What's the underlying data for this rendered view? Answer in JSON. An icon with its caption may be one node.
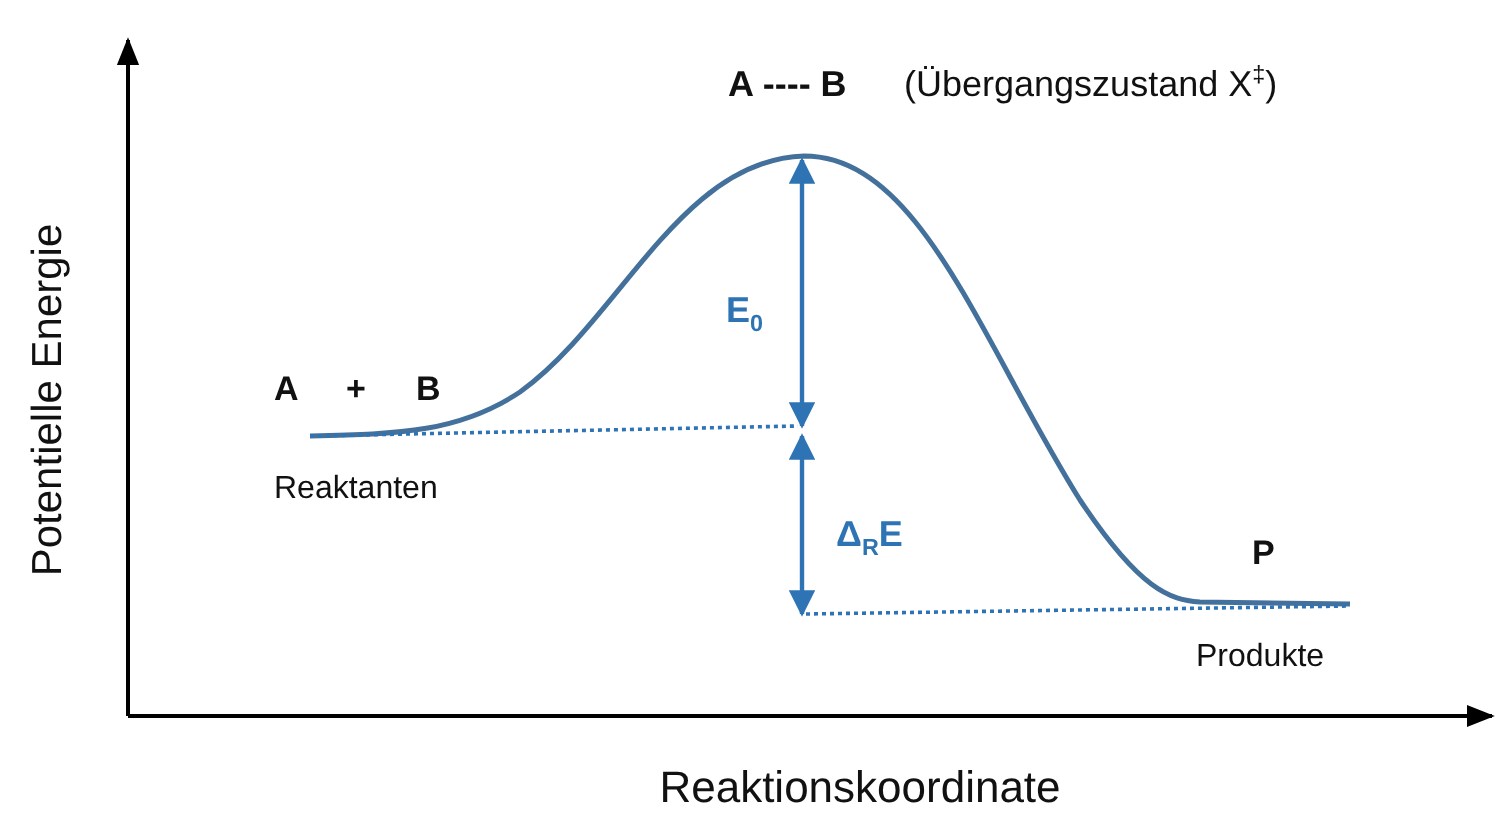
{
  "diagram": {
    "labels": [
      "A ---- B",
      "(Übergangszustand X$^{‡}$)",
      "A",
      "+",
      "B",
      "E$_{0}$",
      "Reaktanten",
      "Δ$_{R}$E",
      "P",
      "Produkte",
      "Potentielle Energie",
      "Reaktionskoordinate"
    ]
  }
}
